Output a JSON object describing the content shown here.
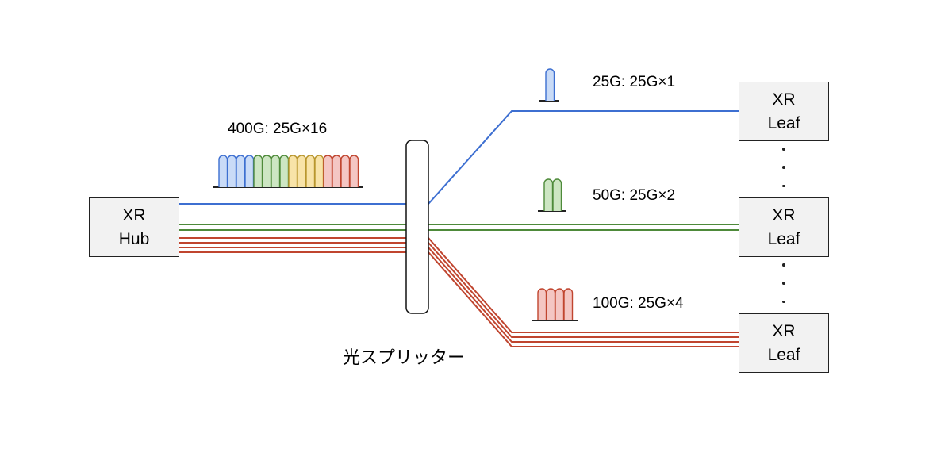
{
  "hub": {
    "line1": "XR",
    "line2": "Hub"
  },
  "leaves": [
    {
      "line1": "XR",
      "line2": "Leaf"
    },
    {
      "line1": "XR",
      "line2": "Leaf"
    },
    {
      "line1": "XR",
      "line2": "Leaf"
    }
  ],
  "splitter_label": "光スプリッター",
  "trunk_label": "400G: 25G×16",
  "branches": [
    {
      "label": "25G: 25G×1",
      "carriers": 1,
      "color": "#3d6fd1",
      "fill": "#c9dbf7"
    },
    {
      "label": "50G: 25G×2",
      "carriers": 2,
      "color": "#4e8a3a",
      "fill": "#cde6c3"
    },
    {
      "label": "100G: 25G×4",
      "carriers": 4,
      "color": "#c0452f",
      "fill": "#f4c6c3"
    }
  ],
  "trunk_spectrum_colors": [
    "#c9dbf7",
    "#c9dbf7",
    "#c9dbf7",
    "#c9dbf7",
    "#cde6c3",
    "#cde6c3",
    "#cde6c3",
    "#cde6c3",
    "#f8e3a8",
    "#f8e3a8",
    "#f8e3a8",
    "#f8e3a8",
    "#f4c6c3",
    "#f4c6c3",
    "#f4c6c3",
    "#f4c6c3"
  ],
  "colors": {
    "blue": "#3d6fd1",
    "green": "#4e8a3a",
    "red": "#c0452f"
  }
}
